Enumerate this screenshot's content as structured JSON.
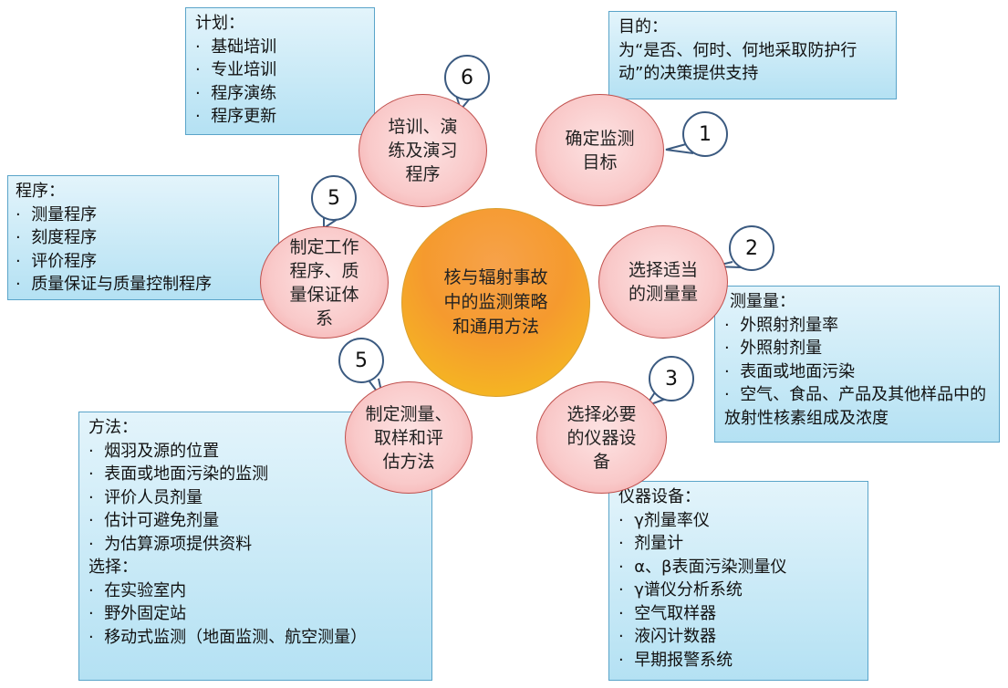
{
  "center": {
    "line1": "核与辐射事故",
    "line2": "中的监测策略",
    "line3": "和通用方法"
  },
  "nodes": [
    {
      "num": "1",
      "lines": [
        "确定监测",
        "目标"
      ]
    },
    {
      "num": "2",
      "lines": [
        "选择适当",
        "的测量量"
      ]
    },
    {
      "num": "3",
      "lines": [
        "选择必要",
        "的仪器设",
        "备"
      ]
    },
    {
      "num": "5",
      "lines": [
        "制定测量、",
        "取样和评",
        "估方法"
      ]
    },
    {
      "num": "5",
      "lines": [
        "制定工作",
        "程序、质",
        "量保证体",
        "系"
      ]
    },
    {
      "num": "6",
      "lines": [
        "培训、演",
        "练及演习",
        "程序"
      ]
    }
  ],
  "boxes": {
    "purpose": {
      "title": "目的：",
      "text": "为“是否、何时、何地采取防护行动”的决策提供支持"
    },
    "plan": {
      "title": "计划：",
      "items": [
        "基础培训",
        "专业培训",
        "程序演练",
        "程序更新"
      ]
    },
    "procedure": {
      "title": "程序：",
      "items": [
        "测量程序",
        "刻度程序",
        "评价程序",
        "质量保证与质量控制程序"
      ]
    },
    "quantities": {
      "title": "测量量：",
      "items": [
        "外照射剂量率",
        "外照射剂量",
        "表面或地面污染",
        "空气、食品、产品及其他样品中的放射性核素组成及浓度"
      ]
    },
    "methods": {
      "title": "方法：",
      "items": [
        "烟羽及源的位置",
        "表面或地面污染的监测",
        "评价人员剂量",
        "估计可避免剂量",
        "为估算源项提供资料"
      ],
      "title2": "选择：",
      "items2": [
        "在实验室内",
        "野外固定站",
        "移动式监测（地面监测、航空测量）"
      ]
    },
    "instruments": {
      "title": "仪器设备：",
      "items": [
        "γ剂量率仪",
        "剂量计",
        "α、β表面污染测量仪",
        "γ谱仪分析系统",
        "空气取样器",
        "液闪计数器",
        "早期报警系统"
      ]
    }
  },
  "bullet": "·"
}
